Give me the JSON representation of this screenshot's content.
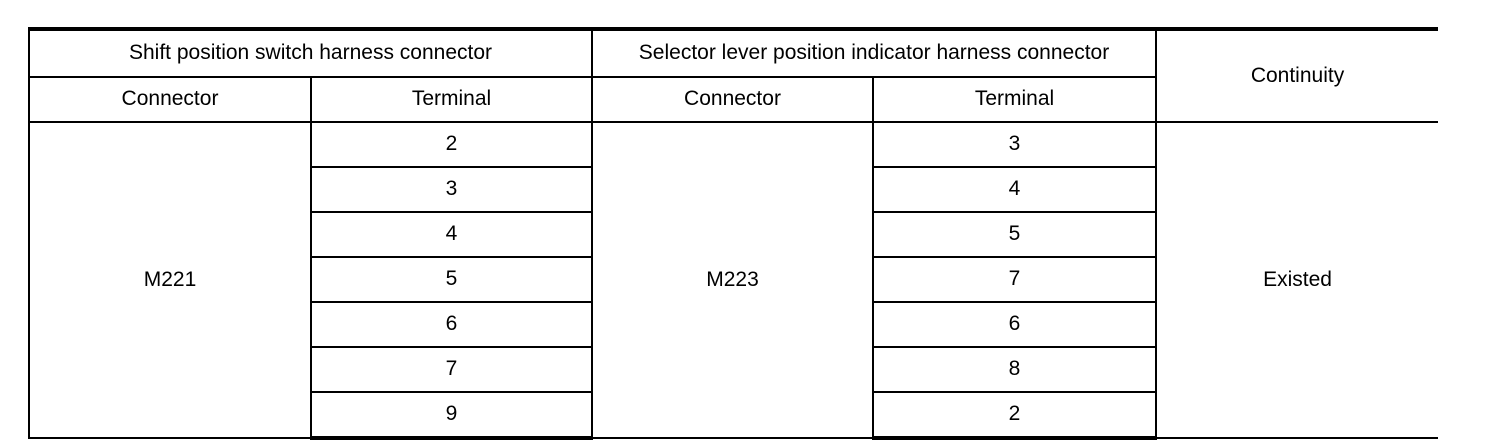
{
  "table": {
    "group_headers": [
      {
        "label": "Shift position switch harness connector",
        "span": 2
      },
      {
        "label": "Selector lever position indicator harness connector",
        "span": 2
      },
      {
        "label": "Continuity",
        "span": 1
      }
    ],
    "sub_headers": [
      "Connector",
      "Terminal",
      "Connector",
      "Terminal"
    ],
    "connector_a": "M221",
    "connector_b": "M223",
    "continuity_value": "Existed",
    "rows": [
      {
        "terminal_a": "2",
        "terminal_b": "3"
      },
      {
        "terminal_a": "3",
        "terminal_b": "4"
      },
      {
        "terminal_a": "4",
        "terminal_b": "5"
      },
      {
        "terminal_a": "5",
        "terminal_b": "7"
      },
      {
        "terminal_a": "6",
        "terminal_b": "6"
      },
      {
        "terminal_a": "7",
        "terminal_b": "8"
      },
      {
        "terminal_a": "9",
        "terminal_b": "2"
      }
    ],
    "colors": {
      "rule": "#000000",
      "background": "#ffffff",
      "text": "#000000"
    }
  }
}
